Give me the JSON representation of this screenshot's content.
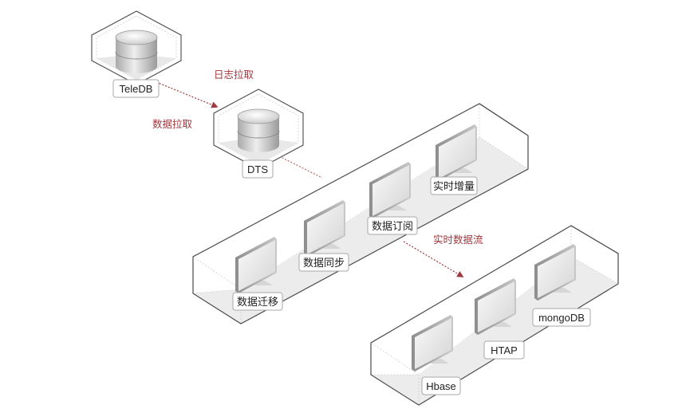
{
  "colors": {
    "accent": "#a0383e",
    "outline": "#4a4a4a",
    "label_border": "#a8a8a8",
    "dotted_guide": "#d06a6a"
  },
  "nodes": {
    "teledb": "TeleDB",
    "dts": "DTS",
    "realtime_increment": "实时增量",
    "data_subscription": "数据订阅",
    "data_sync": "数据同步",
    "data_migration": "数据迁移",
    "mongodb": "mongoDB",
    "htap": "HTAP",
    "hbase": "Hbase"
  },
  "flows": {
    "log_pull": "日志拉取",
    "data_pull": "数据拉取",
    "realtime_stream": "实时数据流"
  },
  "icons": {
    "database": "database-cylinder-icon",
    "server": "monitor-terminal-icon"
  }
}
